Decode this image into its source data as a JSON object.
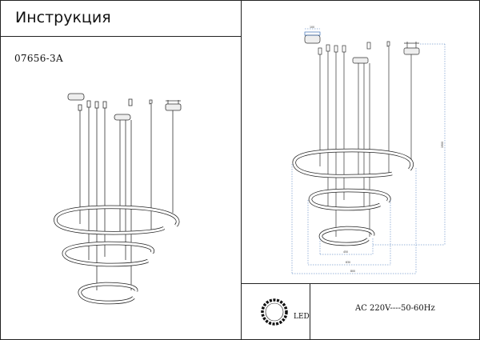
{
  "header": {
    "title": "Инструкция"
  },
  "product": {
    "model": "07656-3A"
  },
  "dimensions": {
    "top_box": "100",
    "height": "1900",
    "inner": "450",
    "middle": "630",
    "outer": "800"
  },
  "legend": {
    "light_source": "LED",
    "power": "AC 220V----50-60Hz"
  }
}
